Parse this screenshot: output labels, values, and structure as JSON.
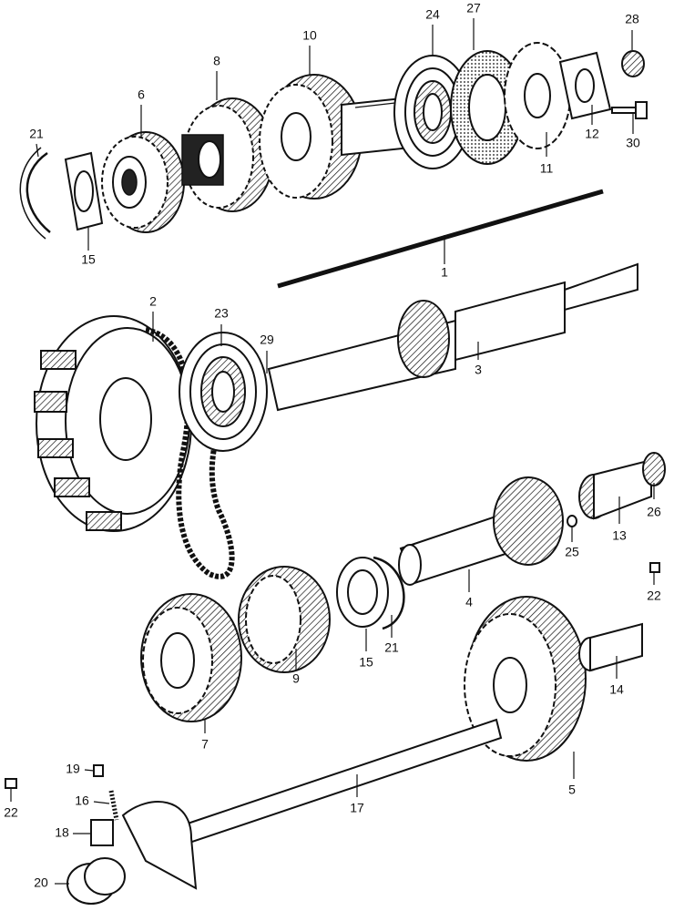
{
  "callouts": {
    "n1": "1",
    "n2": "2",
    "n3": "3",
    "n4": "4",
    "n5": "5",
    "n6": "6",
    "n7": "7",
    "n8": "8",
    "n9": "9",
    "n10": "10",
    "n11": "11",
    "n12": "12",
    "n13": "13",
    "n14": "14",
    "n15a": "15",
    "n15b": "15",
    "n16": "16",
    "n17": "17",
    "n18": "18",
    "n19": "19",
    "n20": "20",
    "n21a": "21",
    "n21b": "21",
    "n22a": "22",
    "n22b": "22",
    "n23": "23",
    "n24": "24",
    "n25": "25",
    "n26": "26",
    "n27": "27",
    "n28": "28",
    "n29": "29",
    "n30": "30"
  }
}
